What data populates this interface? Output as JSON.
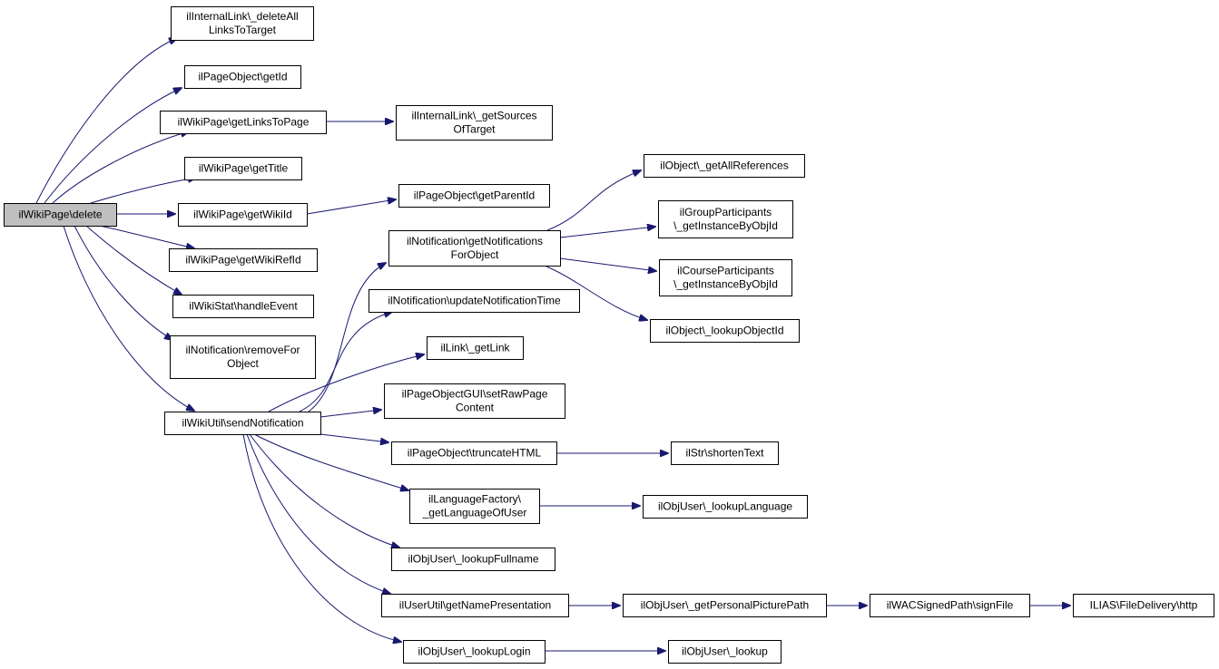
{
  "diagram": {
    "edge_color": "#191970",
    "root_fill": "#bfbfbf",
    "nodes": [
      {
        "id": "root",
        "lines": [
          "ilWikiPage\\delete"
        ]
      },
      {
        "id": "il_deleteAll",
        "lines": [
          "ilInternalLink\\_deleteAll",
          "LinksToTarget"
        ]
      },
      {
        "id": "po_getId",
        "lines": [
          "ilPageObject\\getId"
        ]
      },
      {
        "id": "wp_getLinks",
        "lines": [
          "ilWikiPage\\getLinksToPage"
        ]
      },
      {
        "id": "il_getSources",
        "lines": [
          "ilInternalLink\\_getSources",
          "OfTarget"
        ]
      },
      {
        "id": "wp_getTitle",
        "lines": [
          "ilWikiPage\\getTitle"
        ]
      },
      {
        "id": "wp_getWikiId",
        "lines": [
          "ilWikiPage\\getWikiId"
        ]
      },
      {
        "id": "po_getParentId",
        "lines": [
          "ilPageObject\\getParentId"
        ]
      },
      {
        "id": "wp_getWikiRefId",
        "lines": [
          "ilWikiPage\\getWikiRefId"
        ]
      },
      {
        "id": "ws_handleEvent",
        "lines": [
          "ilWikiStat\\handleEvent"
        ]
      },
      {
        "id": "n_removeFor",
        "lines": [
          "ilNotification\\removeFor",
          "Object"
        ]
      },
      {
        "id": "wu_send",
        "lines": [
          "ilWikiUtil\\sendNotification"
        ]
      },
      {
        "id": "n_getNotif",
        "lines": [
          "ilNotification\\getNotifications",
          "ForObject"
        ]
      },
      {
        "id": "o_getAllRefs",
        "lines": [
          "ilObject\\_getAllReferences"
        ]
      },
      {
        "id": "gp_getInst",
        "lines": [
          "ilGroupParticipants",
          "\\_getInstanceByObjId"
        ]
      },
      {
        "id": "cp_getInst",
        "lines": [
          "ilCourseParticipants",
          "\\_getInstanceByObjId"
        ]
      },
      {
        "id": "o_lookupObjId",
        "lines": [
          "ilObject\\_lookupObjectId"
        ]
      },
      {
        "id": "n_updateTime",
        "lines": [
          "ilNotification\\updateNotificationTime"
        ]
      },
      {
        "id": "l_getLink",
        "lines": [
          "ilLink\\_getLink"
        ]
      },
      {
        "id": "pog_setRaw",
        "lines": [
          "ilPageObjectGUI\\setRawPage",
          "Content"
        ]
      },
      {
        "id": "po_truncate",
        "lines": [
          "ilPageObject\\truncateHTML"
        ]
      },
      {
        "id": "str_shorten",
        "lines": [
          "ilStr\\shortenText"
        ]
      },
      {
        "id": "lf_getLang",
        "lines": [
          "ilLanguageFactory\\",
          "_getLanguageOfUser"
        ]
      },
      {
        "id": "ou_lookupLang",
        "lines": [
          "ilObjUser\\_lookupLanguage"
        ]
      },
      {
        "id": "ou_lookupFull",
        "lines": [
          "ilObjUser\\_lookupFullname"
        ]
      },
      {
        "id": "uu_getName",
        "lines": [
          "ilUserUtil\\getNamePresentation"
        ]
      },
      {
        "id": "ou_getPic",
        "lines": [
          "ilObjUser\\_getPersonalPicturePath"
        ]
      },
      {
        "id": "wac_sign",
        "lines": [
          "ilWACSignedPath\\signFile"
        ]
      },
      {
        "id": "fd_http",
        "lines": [
          "ILIAS\\FileDelivery\\http"
        ]
      },
      {
        "id": "ou_lookupLogin",
        "lines": [
          "ilObjUser\\_lookupLogin"
        ]
      },
      {
        "id": "ou_lookup",
        "lines": [
          "ilObjUser\\_lookup"
        ]
      }
    ],
    "edges": [
      [
        "root",
        "il_deleteAll"
      ],
      [
        "root",
        "po_getId"
      ],
      [
        "root",
        "wp_getLinks"
      ],
      [
        "root",
        "wp_getTitle"
      ],
      [
        "root",
        "wp_getWikiId"
      ],
      [
        "root",
        "wp_getWikiRefId"
      ],
      [
        "root",
        "ws_handleEvent"
      ],
      [
        "root",
        "n_removeFor"
      ],
      [
        "root",
        "wu_send"
      ],
      [
        "wp_getLinks",
        "il_getSources"
      ],
      [
        "wp_getWikiId",
        "po_getParentId"
      ],
      [
        "wu_send",
        "n_getNotif"
      ],
      [
        "wu_send",
        "n_updateTime"
      ],
      [
        "wu_send",
        "l_getLink"
      ],
      [
        "wu_send",
        "pog_setRaw"
      ],
      [
        "wu_send",
        "po_truncate"
      ],
      [
        "wu_send",
        "lf_getLang"
      ],
      [
        "wu_send",
        "ou_lookupFull"
      ],
      [
        "wu_send",
        "uu_getName"
      ],
      [
        "wu_send",
        "ou_lookupLogin"
      ],
      [
        "n_getNotif",
        "o_getAllRefs"
      ],
      [
        "n_getNotif",
        "gp_getInst"
      ],
      [
        "n_getNotif",
        "cp_getInst"
      ],
      [
        "n_getNotif",
        "o_lookupObjId"
      ],
      [
        "po_truncate",
        "str_shorten"
      ],
      [
        "lf_getLang",
        "ou_lookupLang"
      ],
      [
        "uu_getName",
        "ou_getPic"
      ],
      [
        "ou_getPic",
        "wac_sign"
      ],
      [
        "wac_sign",
        "fd_http"
      ],
      [
        "ou_lookupLogin",
        "ou_lookup"
      ]
    ]
  }
}
